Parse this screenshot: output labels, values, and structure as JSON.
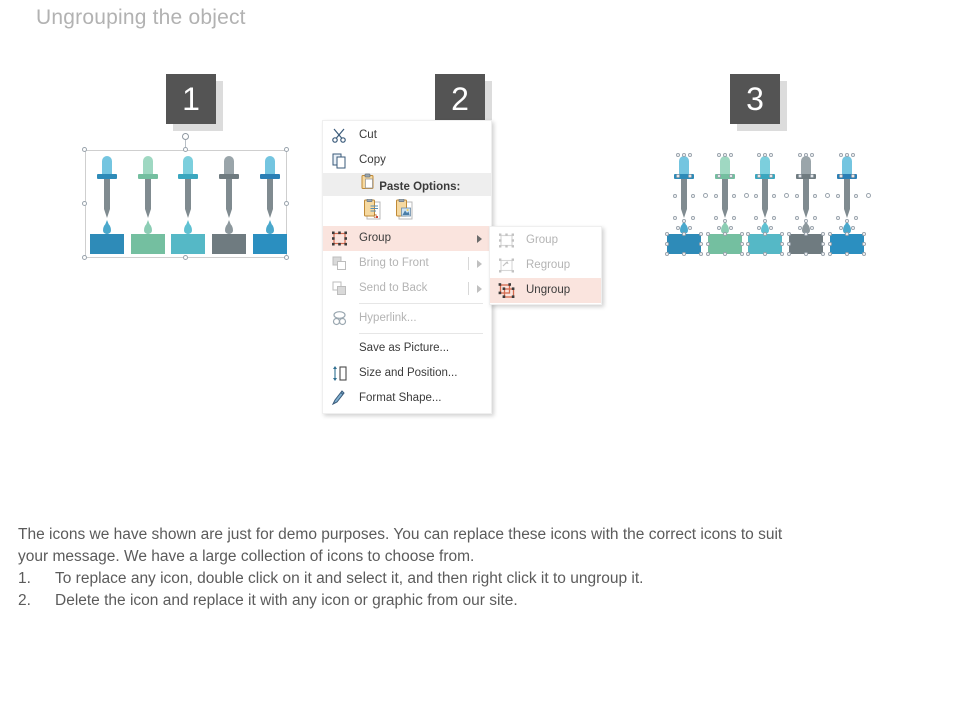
{
  "slide": {
    "title": "Ungrouping the object",
    "title_color": "#b2b2b2",
    "background": "#ffffff"
  },
  "badges": [
    {
      "number": "1",
      "name": "step-badge-1"
    },
    {
      "number": "2",
      "name": "step-badge-2"
    },
    {
      "number": "3",
      "name": "step-badge-3"
    }
  ],
  "palette": {
    "blue": "#2e8bb8",
    "green": "#74bfa0",
    "teal": "#55b8c6",
    "gray": "#6f7b80",
    "blue2": "#2b8fc0",
    "barrel_gray": "#808b90",
    "badge_box": "#545454",
    "badge_shadow": "#dcdcdc",
    "menu_highlight": "#fae4de",
    "selection_handle_border": "#9aa4ad"
  },
  "grouped_panel": {
    "name": "grouped-object",
    "selected": true,
    "selection_type": "single bounding box",
    "droppers": [
      {
        "bulb": "#74c5e0",
        "collar": "#2e8bb8",
        "drop": "#4aa8cc"
      },
      {
        "bulb": "#9fd8c2",
        "collar": "#74bfa0",
        "drop": "#8ccdb4"
      },
      {
        "bulb": "#7ccfdd",
        "collar": "#3aa7bf",
        "drop": "#5fc1d2"
      },
      {
        "bulb": "#9aa5aa",
        "collar": "#6f7b80",
        "drop": "#8d989d"
      },
      {
        "bulb": "#74c5e0",
        "collar": "#2b7fb5",
        "drop": "#4aa8cc"
      }
    ],
    "bars": [
      "#2e8bb8",
      "#74bfa0",
      "#55b8c6",
      "#6f7b80",
      "#2b8fc0"
    ]
  },
  "ungrouped_panel": {
    "name": "ungrouped-object",
    "selected": true,
    "selection_type": "individual shape handles",
    "droppers": [
      {
        "bulb": "#74c5e0",
        "collar": "#2e8bb8",
        "drop": "#4aa8cc"
      },
      {
        "bulb": "#9fd8c2",
        "collar": "#74bfa0",
        "drop": "#8ccdb4"
      },
      {
        "bulb": "#7ccfdd",
        "collar": "#3aa7bf",
        "drop": "#5fc1d2"
      },
      {
        "bulb": "#9aa5aa",
        "collar": "#6f7b80",
        "drop": "#8d989d"
      },
      {
        "bulb": "#74c5e0",
        "collar": "#2b7fb5",
        "drop": "#4aa8cc"
      }
    ],
    "bars": [
      "#2e8bb8",
      "#74bfa0",
      "#55b8c6",
      "#6f7b80",
      "#2b8fc0"
    ]
  },
  "context_menu": {
    "items": [
      {
        "label": "Cut",
        "icon": "scissors-icon",
        "state": "enabled",
        "submenu": false
      },
      {
        "label": "Copy",
        "icon": "copy-icon",
        "state": "enabled",
        "submenu": false
      },
      {
        "label": "Paste Options:",
        "icon": "clipboard-icon",
        "state": "header",
        "submenu": false
      },
      {
        "label": "Group",
        "icon": "group-icon",
        "state": "highlighted",
        "submenu": true
      },
      {
        "label": "Bring to Front",
        "icon": "bring-to-front-icon",
        "state": "disabled",
        "submenu": true
      },
      {
        "label": "Send to Back",
        "icon": "send-to-back-icon",
        "state": "disabled",
        "submenu": true
      },
      {
        "label": "Hyperlink...",
        "icon": "hyperlink-icon",
        "state": "disabled",
        "submenu": false
      },
      {
        "label": "Save as Picture...",
        "icon": "none",
        "state": "enabled",
        "submenu": false
      },
      {
        "label": "Size and Position...",
        "icon": "size-position-icon",
        "state": "enabled",
        "submenu": false
      },
      {
        "label": "Format Shape...",
        "icon": "format-shape-icon",
        "state": "enabled",
        "submenu": false
      }
    ],
    "paste_options": [
      {
        "name": "paste-keep-source-formatting",
        "icon": "clipboard-text-icon"
      },
      {
        "name": "paste-picture",
        "icon": "clipboard-picture-icon"
      }
    ]
  },
  "group_submenu": {
    "items": [
      {
        "label": "Group",
        "icon": "group-icon",
        "state": "disabled"
      },
      {
        "label": "Regroup",
        "icon": "regroup-icon",
        "state": "disabled"
      },
      {
        "label": "Ungroup",
        "icon": "ungroup-icon",
        "state": "highlighted"
      }
    ]
  },
  "footer": {
    "line1": "The icons we have shown are just for demo purposes. You can replace these icons with the correct icons to suit",
    "line2": "your message. We have a large collection of icons to choose from.",
    "items": [
      {
        "num": "1.",
        "text": "To replace any icon, double click on it and select it, and then right click it to ungroup it."
      },
      {
        "num": "2.",
        "text": "Delete the icon and replace it with any icon or graphic from our site."
      }
    ]
  }
}
